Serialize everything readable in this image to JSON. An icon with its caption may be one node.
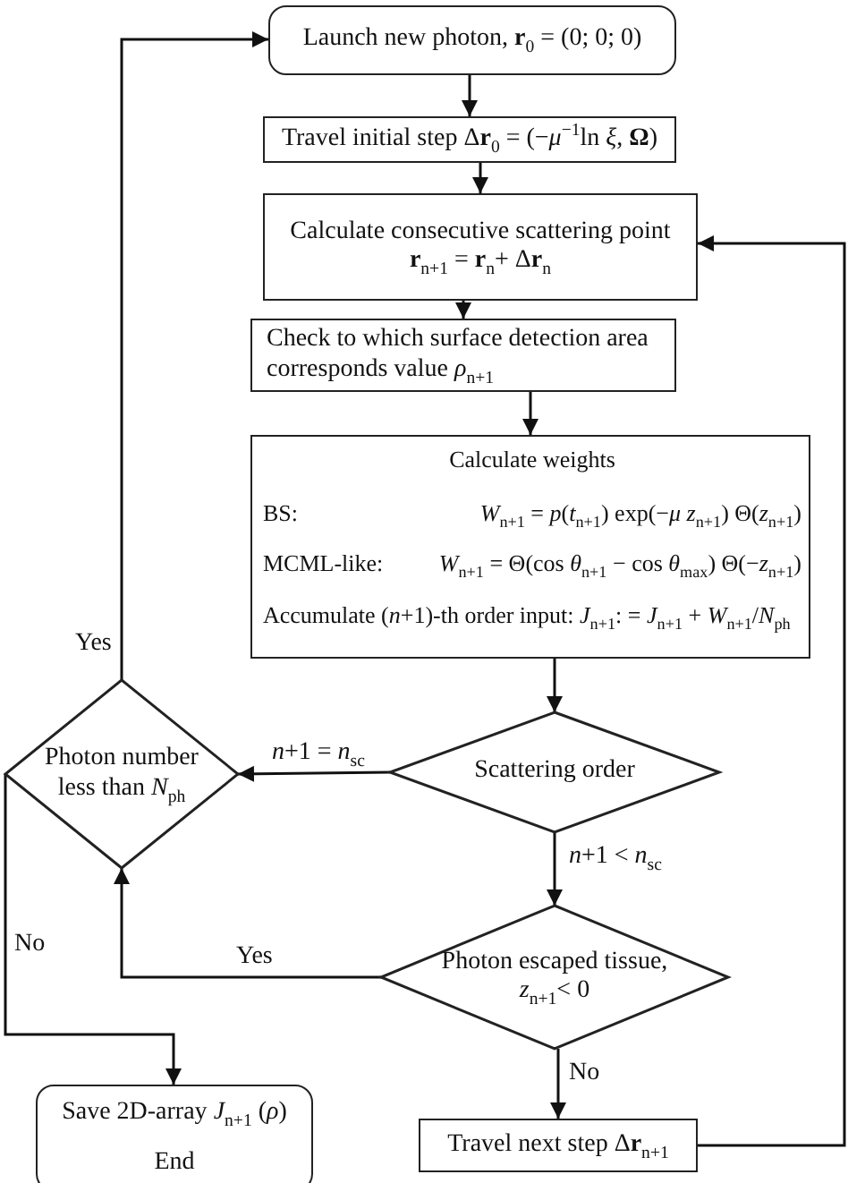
{
  "diagram": {
    "nodes": [
      {
        "text": [
          "Launch new photon,  **r**$_{0}$ = (0; 0; 0)"
        ]
      },
      {
        "text": [
          "Travel initial step Δ**r**$_{0}$ = (−*μ*$^{−1}$ln *ξ*, **Ω**)"
        ]
      },
      {
        "text": [
          "Calculate consecutive scattering point",
          "**r**$_{n+1}$ = **r**$_{n}$+ Δ**r**$_{n}$"
        ]
      },
      {
        "text": [
          "Check to which surface detection area corresponds value *ρ*$_{n+1}$"
        ]
      },
      {
        "text": [
          "Calculate weights",
          "BS:",
          "*W*$_{n+1}$ = *p*(*t*$_{n+1}$) exp(−*μ z*$_{n+1}$) Θ(*z*$_{n+1}$)",
          "MCML-like:",
          "*W*$_{n+1}$ = Θ(cos *θ*$_{n+1}$ − cos *θ*$_{max}$) Θ(−*z*$_{n+1}$)",
          "Accumulate (*n*+1)-th order input: *J*$_{n+1}$: = *J*$_{n+1}$ + *W*$_{n+1}$/*N*$_{ph}$"
        ]
      },
      {
        "text": [
          "Photon number less than *N*$_{ph}$"
        ]
      },
      {
        "text": [
          "Scattering order"
        ]
      },
      {
        "text": [
          "Photon escaped tissue, *z*$_{n+1}$< 0"
        ]
      },
      {
        "text": [
          "Save 2D-array *J*$_{n+1}$ (*ρ*)",
          "End"
        ]
      },
      {
        "text": [
          "Travel next step Δ**r**$_{n+1}$"
        ]
      }
    ],
    "edges": [
      {
        "from": 0,
        "to": 1,
        "arrow": "to"
      },
      {
        "from": 1,
        "to": 2,
        "arrow": "to"
      },
      {
        "from": 2,
        "to": 3,
        "arrow": "to"
      },
      {
        "from": 3,
        "to": 4,
        "arrow": "to"
      },
      {
        "from": 4,
        "to": 6,
        "arrow": "to"
      },
      {
        "from": 6,
        "to": 5,
        "arrow": "to",
        "label": "*n*+1 = *n*$_{sc}$"
      },
      {
        "from": 6,
        "to": 7,
        "arrow": "to",
        "label": "*n*+1 < *n*$_{sc}$"
      },
      {
        "from": 7,
        "to": 5,
        "arrow": "to",
        "label": "Yes"
      },
      {
        "from": 7,
        "to": 9,
        "arrow": "to",
        "label": "No"
      },
      {
        "from": 9,
        "to": 2,
        "arrow": "to"
      },
      {
        "from": 5,
        "to": 0,
        "arrow": "to",
        "label": "Yes"
      },
      {
        "from": 5,
        "to": 8,
        "arrow": "to",
        "label": "No"
      }
    ]
  }
}
